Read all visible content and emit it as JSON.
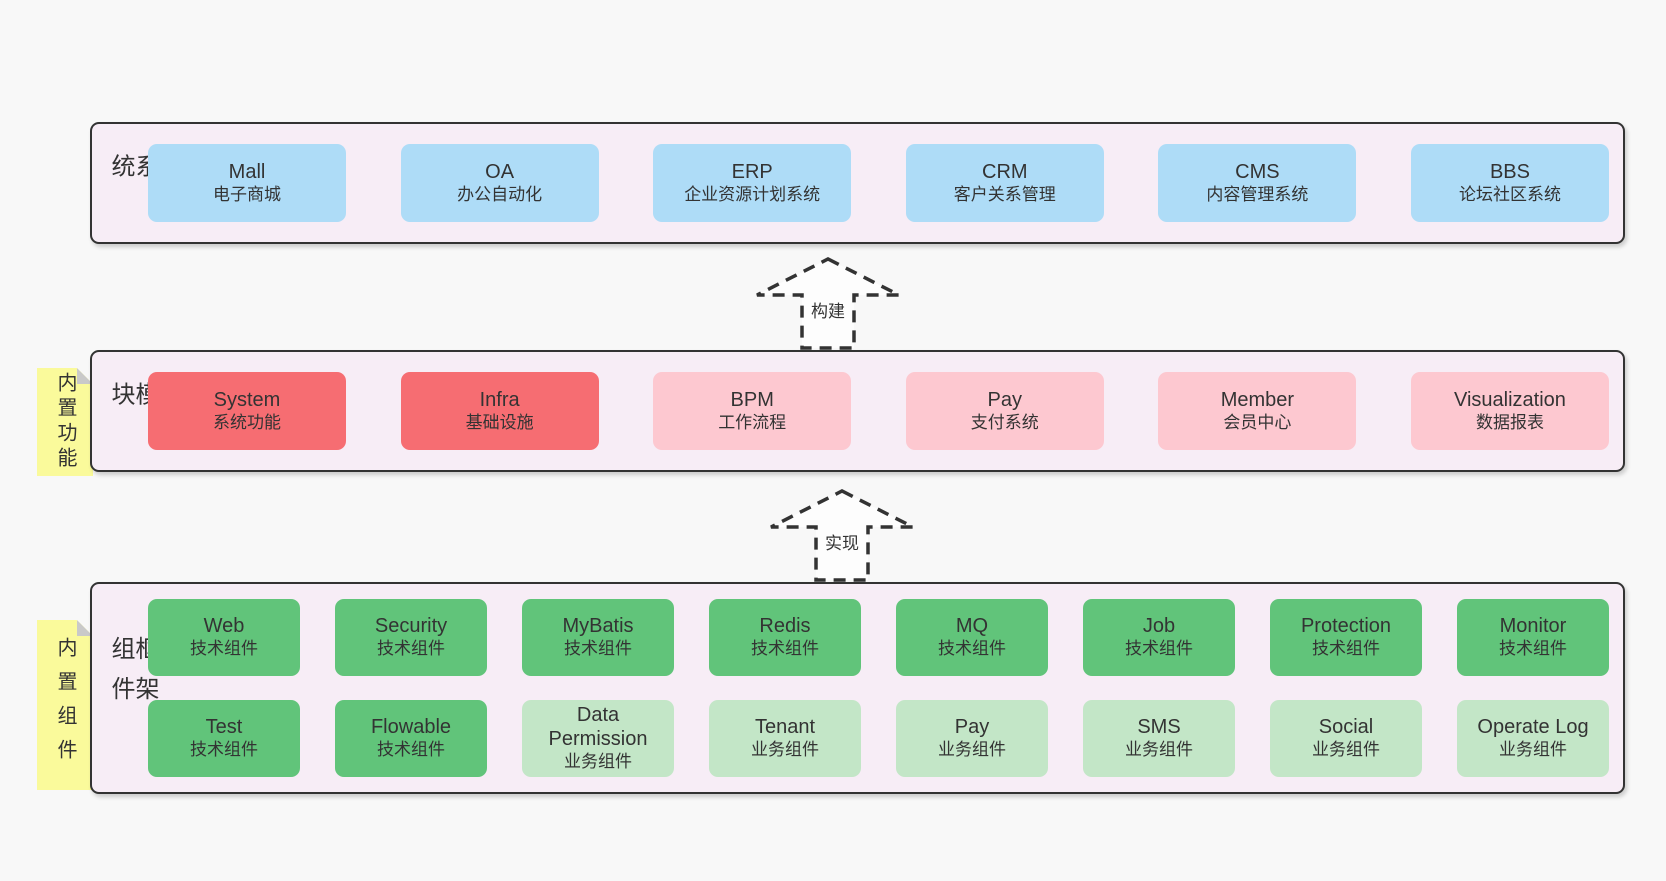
{
  "palette": {
    "blue": "#aedcf7",
    "red": "#f66d72",
    "pink": "#fdc8d0",
    "green": "#61c47a",
    "lightGreen": "#c3e6c7",
    "bandBg": "#f7edf6",
    "noteBg": "#fafa9b",
    "pageBg": "#f8f8f8",
    "text": "#333333"
  },
  "arrows": [
    {
      "label": "构建"
    },
    {
      "label": "实现"
    }
  ],
  "bands": [
    {
      "label": "业务系统",
      "note": null,
      "rows": [
        [
          {
            "name": "Mall",
            "desc": "电子商城",
            "color": "blue"
          },
          {
            "name": "OA",
            "desc": "办公自动化",
            "color": "blue"
          },
          {
            "name": "ERP",
            "desc": "企业资源计划系统",
            "color": "blue"
          },
          {
            "name": "CRM",
            "desc": "客户关系管理",
            "color": "blue"
          },
          {
            "name": "CMS",
            "desc": "内容管理系统",
            "color": "blue"
          },
          {
            "name": "BBS",
            "desc": "论坛社区系统",
            "color": "blue"
          }
        ]
      ]
    },
    {
      "label": "通用模块",
      "note": "内置功能",
      "rows": [
        [
          {
            "name": "System",
            "desc": "系统功能",
            "color": "red"
          },
          {
            "name": "Infra",
            "desc": "基础设施",
            "color": "red"
          },
          {
            "name": "BPM",
            "desc": "工作流程",
            "color": "pink"
          },
          {
            "name": "Pay",
            "desc": "支付系统",
            "color": "pink"
          },
          {
            "name": "Member",
            "desc": "会员中心",
            "color": "pink"
          },
          {
            "name": "Visualization",
            "desc": "数据报表",
            "color": "pink"
          }
        ]
      ]
    },
    {
      "label": "框架组件",
      "note": "内置组件",
      "rows": [
        [
          {
            "name": "Web",
            "desc": "技术组件",
            "color": "green"
          },
          {
            "name": "Security",
            "desc": "技术组件",
            "color": "green"
          },
          {
            "name": "MyBatis",
            "desc": "技术组件",
            "color": "green"
          },
          {
            "name": "Redis",
            "desc": "技术组件",
            "color": "green"
          },
          {
            "name": "MQ",
            "desc": "技术组件",
            "color": "green"
          },
          {
            "name": "Job",
            "desc": "技术组件",
            "color": "green"
          },
          {
            "name": "Protection",
            "desc": "技术组件",
            "color": "green"
          },
          {
            "name": "Monitor",
            "desc": "技术组件",
            "color": "green"
          }
        ],
        [
          {
            "name": "Test",
            "desc": "技术组件",
            "color": "green"
          },
          {
            "name": "Flowable",
            "desc": "技术组件",
            "color": "green"
          },
          {
            "name": "Data Permission",
            "desc": "业务组件",
            "color": "lightGreen"
          },
          {
            "name": "Tenant",
            "desc": "业务组件",
            "color": "lightGreen"
          },
          {
            "name": "Pay",
            "desc": "业务组件",
            "color": "lightGreen"
          },
          {
            "name": "SMS",
            "desc": "业务组件",
            "color": "lightGreen"
          },
          {
            "name": "Social",
            "desc": "业务组件",
            "color": "lightGreen"
          },
          {
            "name": "Operate Log",
            "desc": "业务组件",
            "color": "lightGreen"
          }
        ]
      ]
    }
  ]
}
